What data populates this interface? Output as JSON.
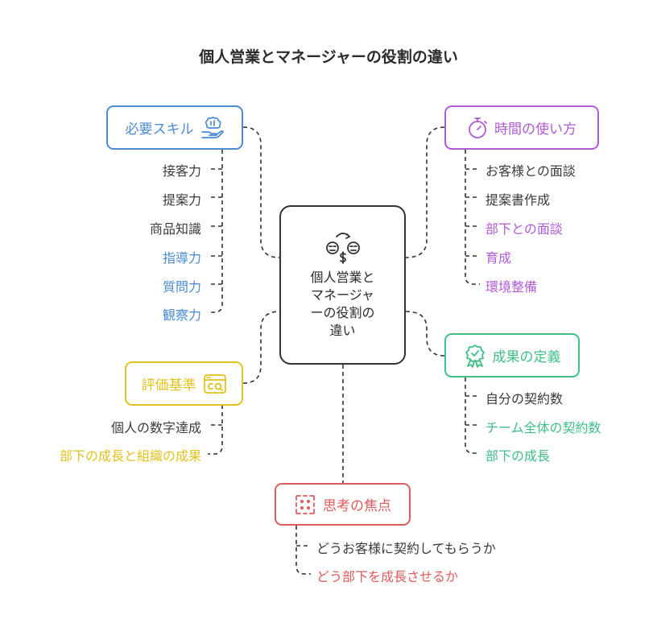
{
  "title": "個人営業とマネージャーの役割の違い",
  "center": {
    "lines": [
      "個人営業と",
      "マネージャ",
      "ーの役割の",
      "違い"
    ],
    "icon": "sales-person-exchange-icon"
  },
  "colors": {
    "skills": "#4a8bd4",
    "time": "#b05ad6",
    "results": "#3fbf86",
    "evaluation": "#e2c21f",
    "thinking": "#e05b5b",
    "text": "#3a3a3a",
    "line": "#333333"
  },
  "branches": {
    "skills": {
      "label": "必要スキル",
      "icon": "brain-hand-icon",
      "items": [
        "接客力",
        "提案力",
        "商品知識",
        "指導力",
        "質問力",
        "観察力"
      ]
    },
    "time": {
      "label": "時間の使い方",
      "icon": "stopwatch-icon",
      "items": [
        "お客様との面談",
        "提案書作成",
        "部下との面談",
        "育成",
        "環境整備"
      ]
    },
    "results": {
      "label": "成果の定義",
      "icon": "award-badge-icon",
      "items": [
        "自分の契約数",
        "チーム全体の契約数",
        "部下の成長"
      ]
    },
    "evaluation": {
      "label": "評価基準",
      "icon": "browser-window-icon",
      "items": [
        "個人の数字達成",
        "部下の成長と組織の成果"
      ]
    },
    "thinking": {
      "label": "思考の焦点",
      "icon": "focus-frame-icon",
      "items": [
        "どうお客様に契約してもらうか",
        "どう部下を成長させるか"
      ]
    }
  }
}
